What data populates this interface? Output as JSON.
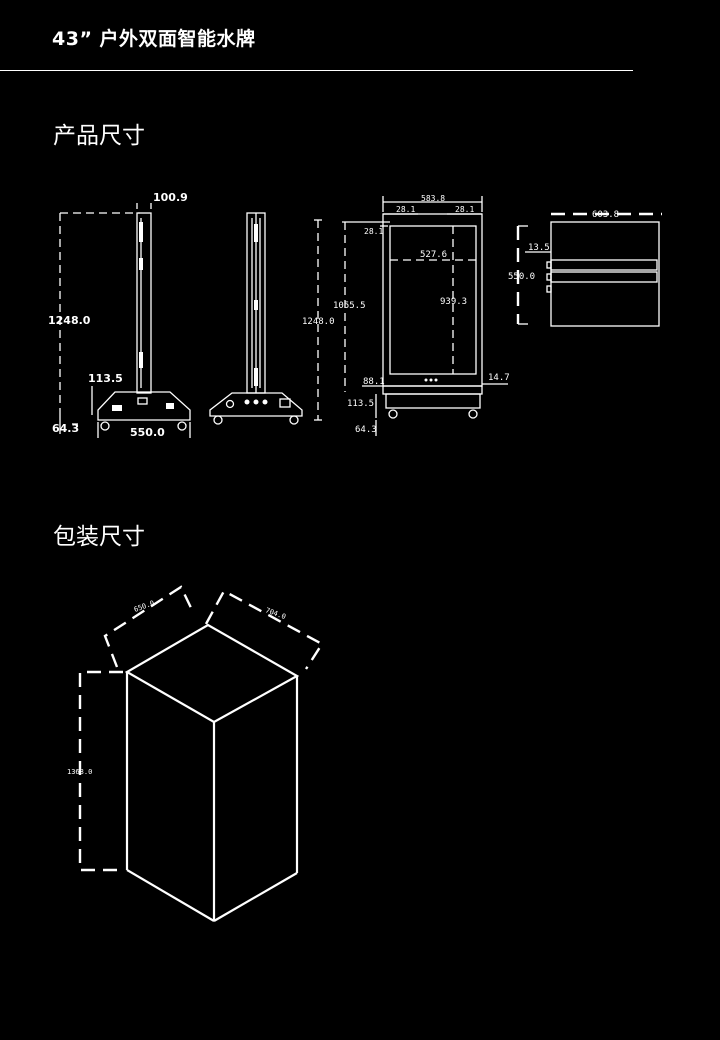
{
  "header": {
    "title": "43” 户外双面智能水牌"
  },
  "sections": {
    "product_title": "产品尺寸",
    "package_title": "包装尺寸"
  },
  "colors": {
    "background": "#000000",
    "foreground": "#ffffff"
  },
  "side_view": {
    "width_label": "100.9",
    "height_label": "1248.0",
    "base_height_label": "113.5",
    "foot_label": "64.3",
    "base_width_label": "550.0"
  },
  "front_view": {
    "overall_width": "583.8",
    "border_left": "28.1",
    "border_right": "28.1",
    "border_top": "28.1",
    "screen_width": "527.6",
    "screen_height": "939.3",
    "inner_height": "1055.5",
    "total_height": "1248.0",
    "bottom_left": "88.1",
    "base_right": "14.7",
    "base_height": "113.5",
    "foot": "64.3"
  },
  "top_view": {
    "width": "603.8",
    "depth": "550.0",
    "offset": "13.5"
  },
  "package": {
    "length": "650.0",
    "width": "704.0",
    "height": "1368.0"
  }
}
